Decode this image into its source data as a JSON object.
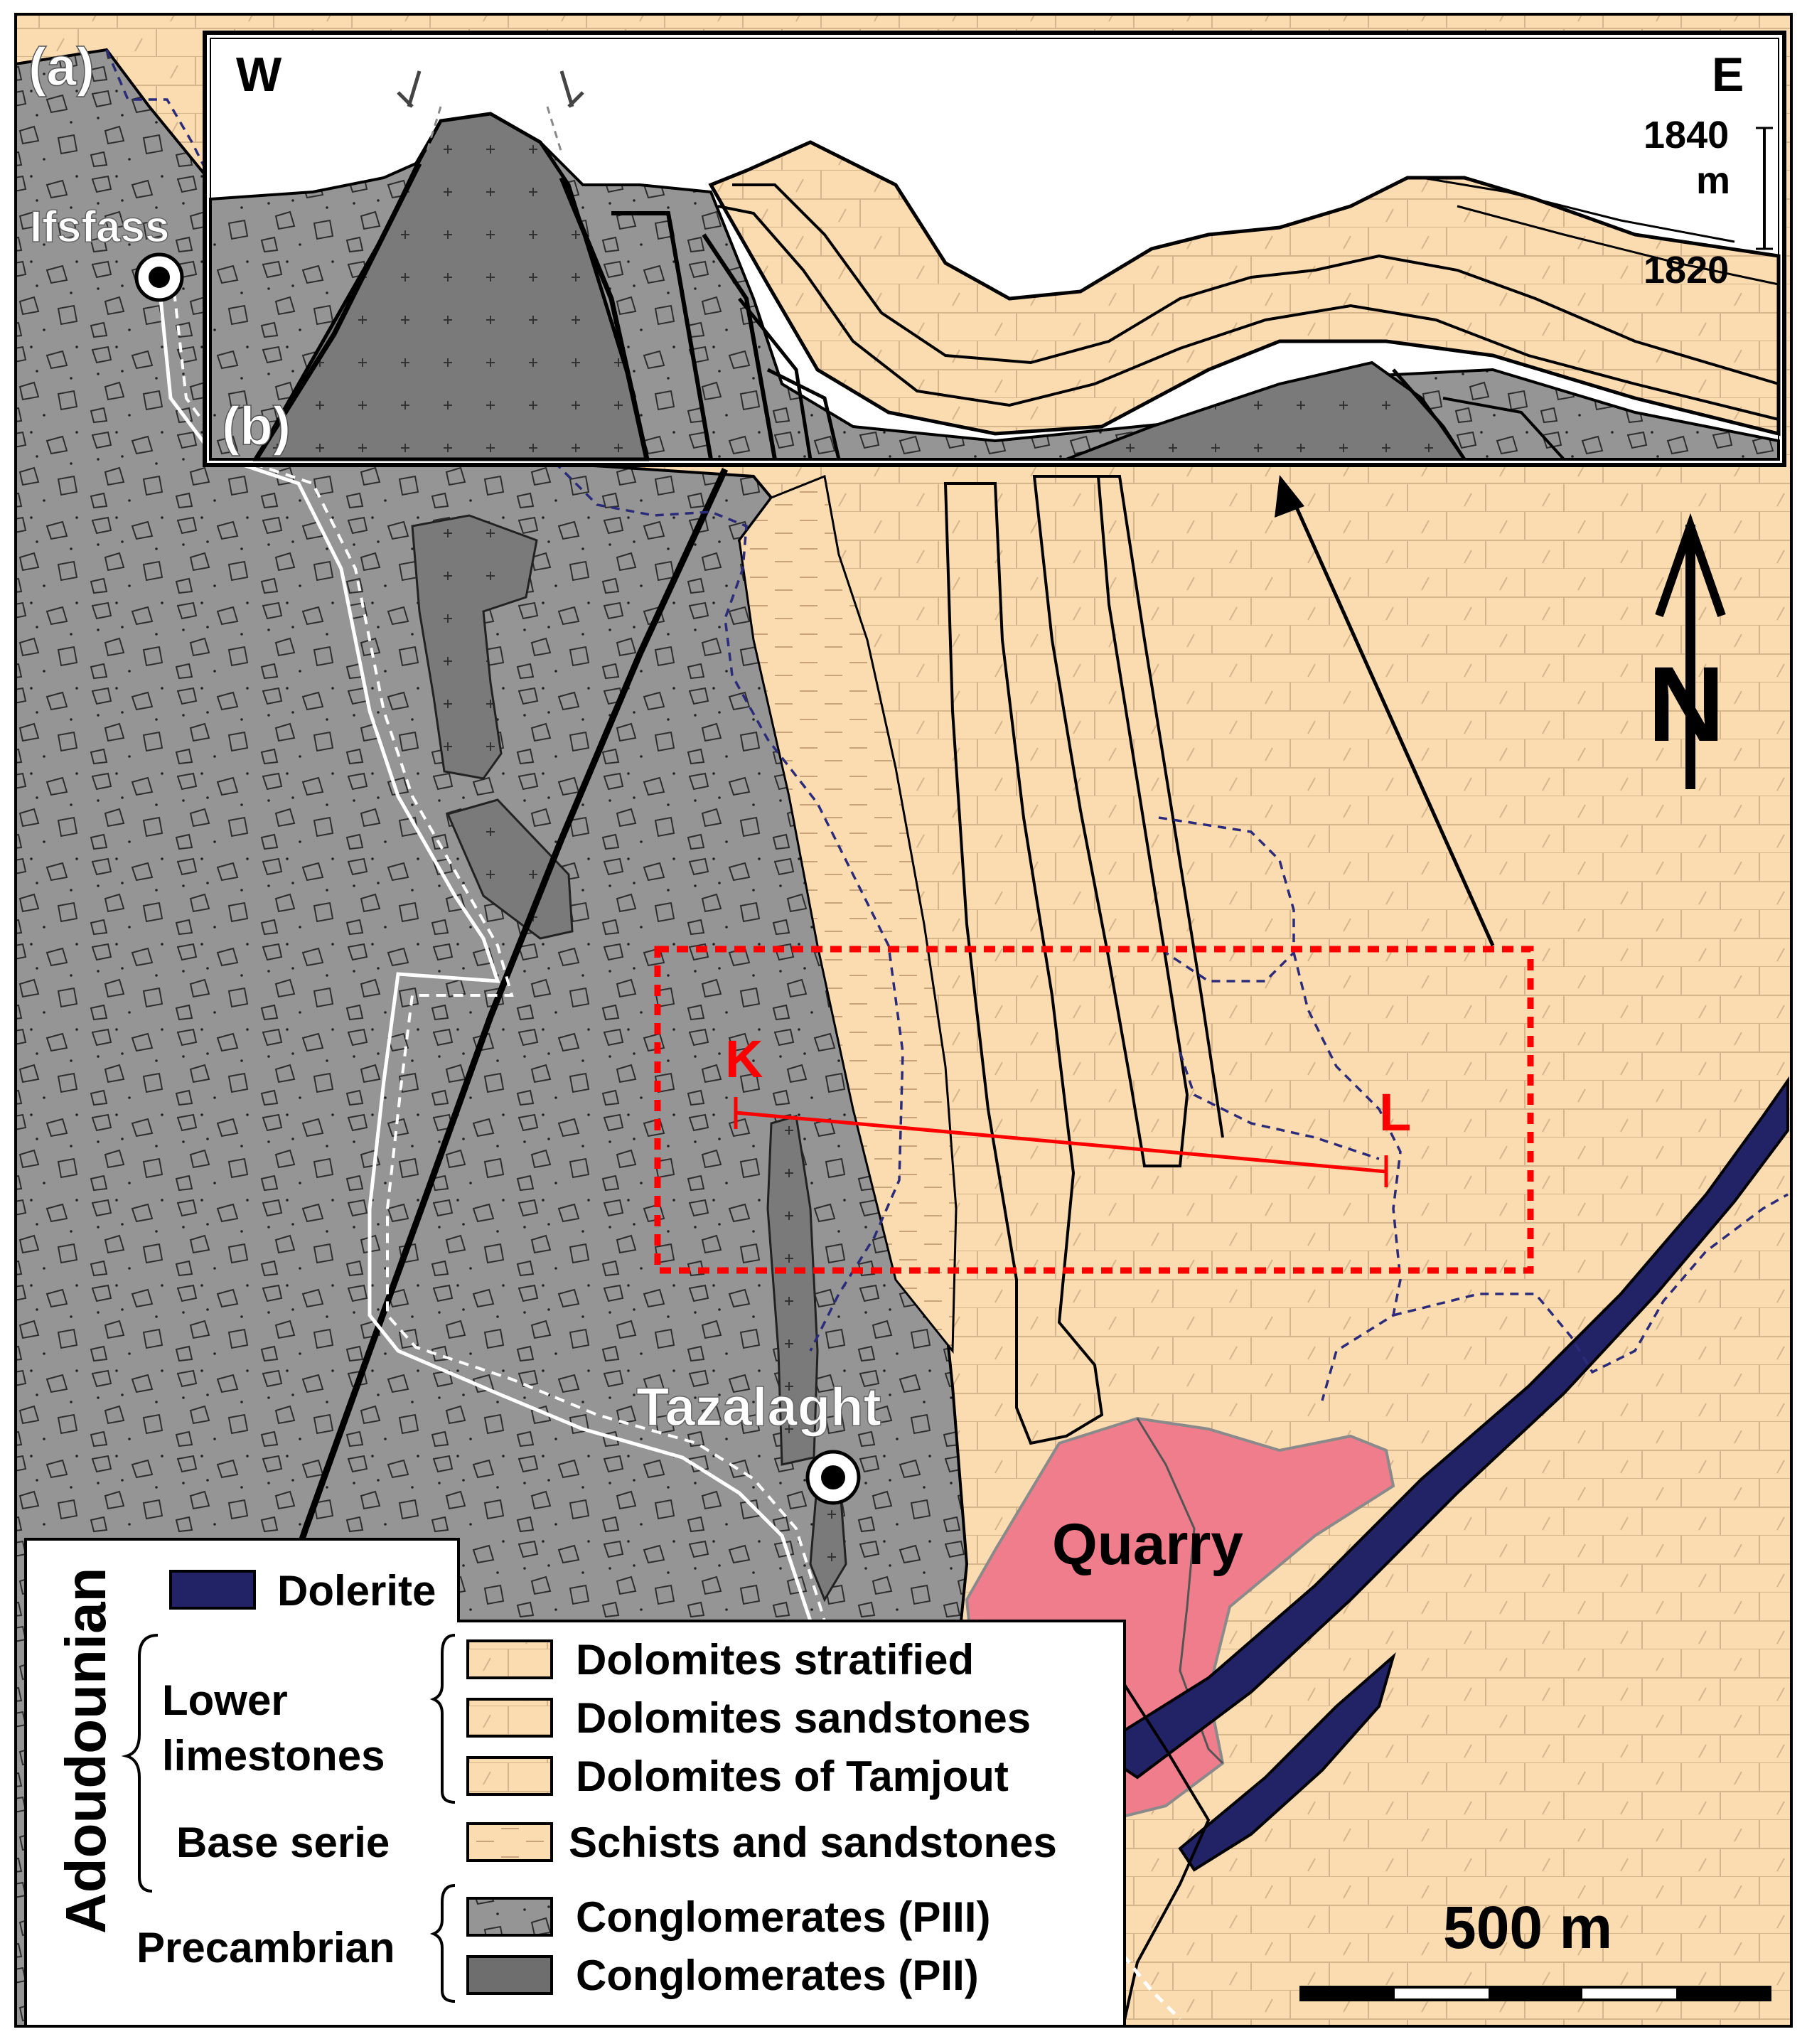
{
  "panels": {
    "a": "(a)",
    "b": "(b)"
  },
  "section": {
    "west": "W",
    "east": "E",
    "scale_top": "1840",
    "scale_unit": "m",
    "scale_bottom": "1820"
  },
  "places": {
    "ifsfass": "Ifsfass",
    "tazalaght": "Tazalaght",
    "quarry": "Quarry"
  },
  "profile": {
    "start": "K",
    "end": "L"
  },
  "north": "N",
  "scale_bar": {
    "label": "500 m"
  },
  "legend": {
    "group_main": "Adoudounian",
    "group_lower": "Lower",
    "group_lower2": "limestones",
    "group_base": "Base serie",
    "group_pre": "Precambrian",
    "items": [
      "Dolerite",
      "Dolomites stratified",
      "Dolomites sandstones",
      "Dolomites of Tamjout",
      "Schists and sandstones",
      "Conglomerates (PIII)",
      "Conglomerates (PII)"
    ]
  },
  "colors": {
    "dolomite": "#fbdcb1",
    "conglomerate": "#959595",
    "pii": "#6e6e6e",
    "dolerite": "#222266",
    "quarry": "#f07d8c",
    "profile": "#ff0000",
    "boundary_dash": "#2b2b7a"
  }
}
